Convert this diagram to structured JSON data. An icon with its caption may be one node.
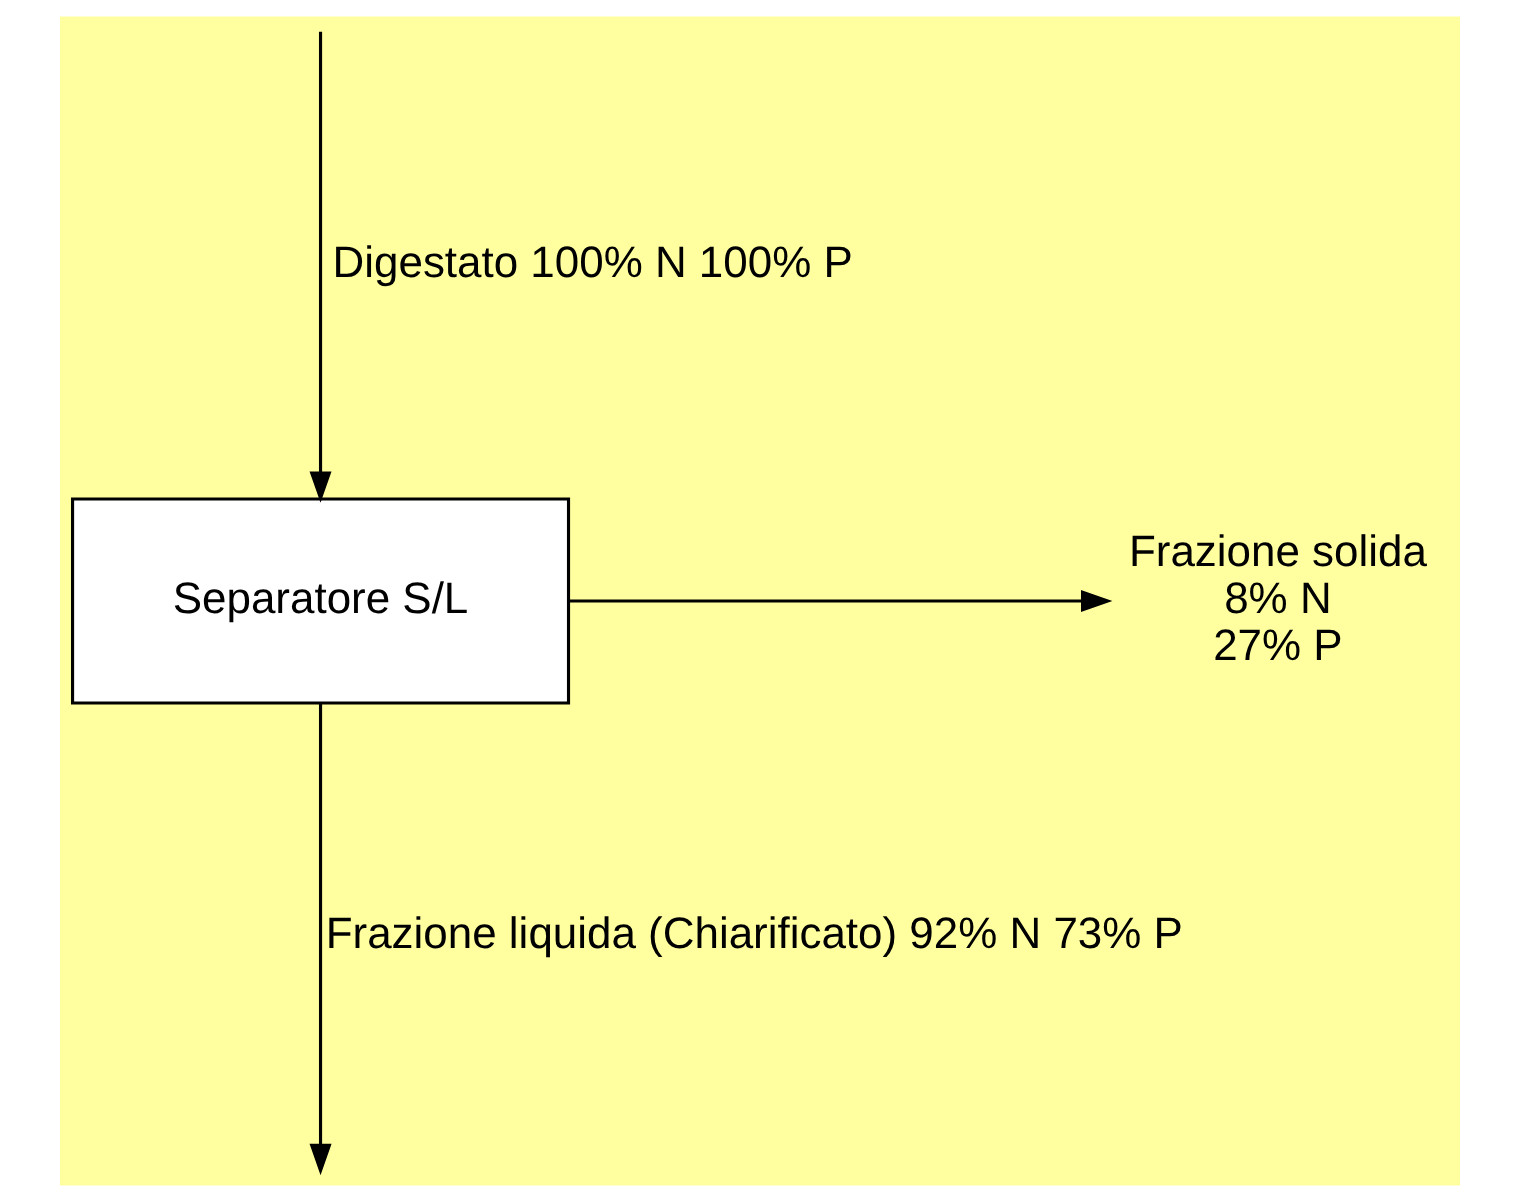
{
  "diagram": {
    "nodes": [
      {
        "text": [
          "Separatore S/L"
        ]
      },
      {
        "text": [
          "Frazione solida",
          "8% N",
          "27% P"
        ]
      }
    ],
    "edges": [
      {
        "from": null,
        "to": 0,
        "arrow": "to",
        "label": "Digestato 100% N 100% P"
      },
      {
        "from": 0,
        "to": 1,
        "arrow": "to"
      },
      {
        "from": 0,
        "to": null,
        "arrow": "to",
        "label": "Frazione liquida (Chiarificato) 92% N 73% P"
      }
    ]
  }
}
